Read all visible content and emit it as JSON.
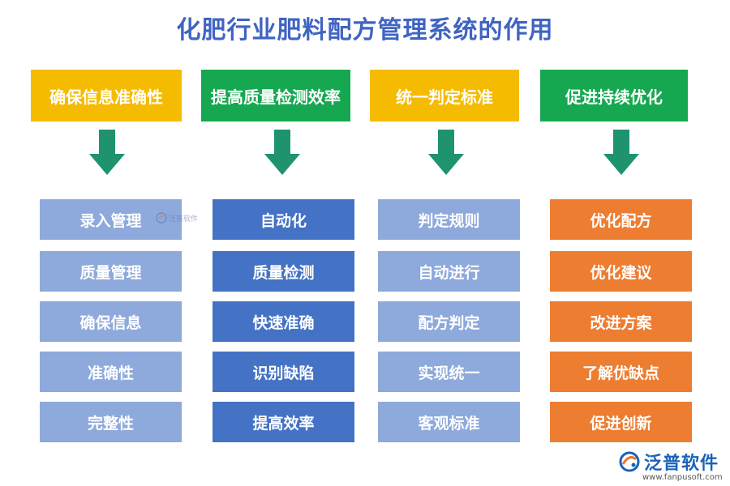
{
  "title": "化肥行业肥料配方管理系统的作用",
  "columns": [
    {
      "header": "确保信息准确性",
      "items": [
        "录入管理",
        "质量管理",
        "确保信息",
        "准确性",
        "完整性"
      ]
    },
    {
      "header": "提高质量检测效率",
      "items": [
        "自动化",
        "质量检测",
        "快速准确",
        "识别缺陷",
        "提高效率"
      ]
    },
    {
      "header": "统一判定标准",
      "items": [
        "判定规则",
        "自动进行",
        "配方判定",
        "实现统一",
        "客观标准"
      ]
    },
    {
      "header": "促进持续优化",
      "items": [
        "优化配方",
        "优化建议",
        "改进方案",
        "了解优缺点",
        "促进创新"
      ]
    }
  ],
  "colors": {
    "title": "#3f64c2",
    "header_yellow": "#f5bb00",
    "header_green": "#16a850",
    "arrow": "#1f9270",
    "box_light_blue": "#8ea9db",
    "box_blue": "#4472c4",
    "box_orange": "#ed7d31"
  },
  "watermark": {
    "text": "泛普软件"
  },
  "logo": {
    "text": "泛普软件",
    "url": "www.fanpusoft.com"
  }
}
